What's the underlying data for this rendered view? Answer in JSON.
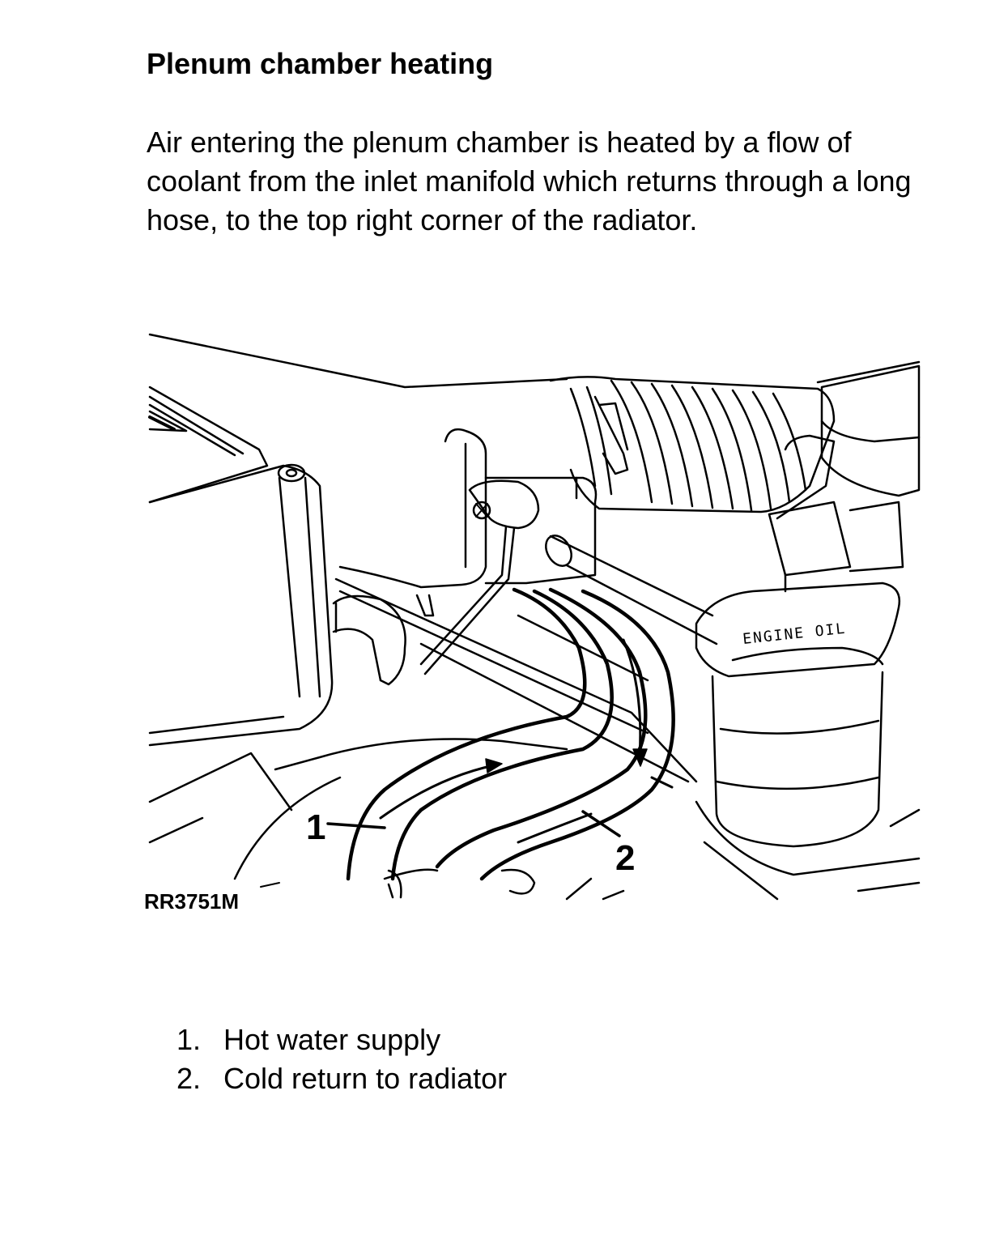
{
  "heading": "Plenum chamber heating",
  "paragraph": "Air entering the plenum chamber is heated by a flow of coolant from the inlet manifold which returns through a long hose, to the top right corner of the radiator.",
  "figure": {
    "ref_code": "RR3751M",
    "callout_1": "1",
    "callout_2": "2",
    "cap_text": "ENGINE OIL"
  },
  "legend": [
    {
      "number": "1.",
      "text": "Hot water supply"
    },
    {
      "number": "2.",
      "text": "Cold return to radiator"
    }
  ]
}
